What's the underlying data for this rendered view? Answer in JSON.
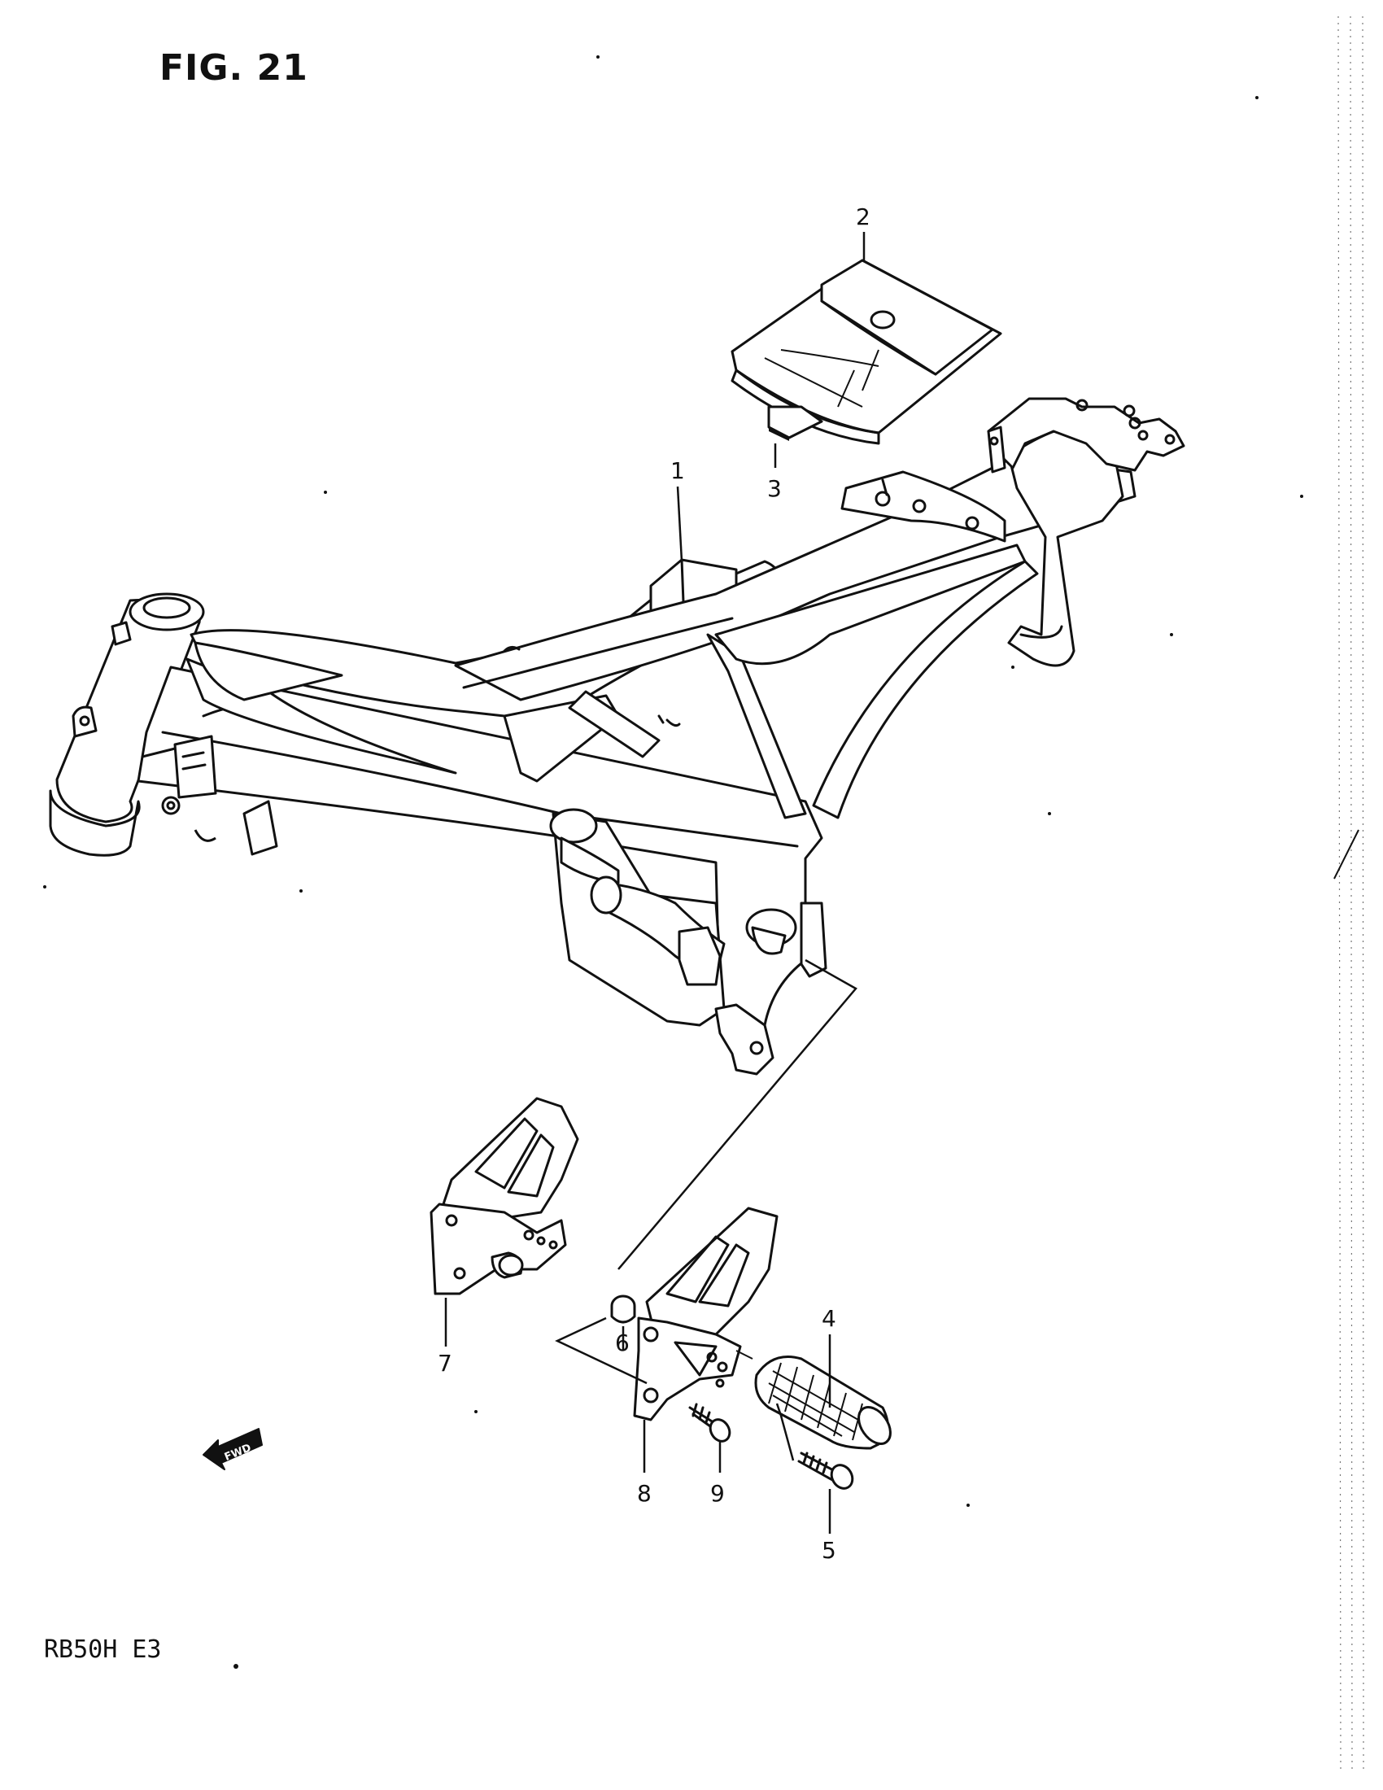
{
  "figure": {
    "title": "FIG. 21",
    "model_code": "RB50H E3",
    "fwd_label": "FWD"
  },
  "callouts": [
    {
      "id": "1",
      "label": "1"
    },
    {
      "id": "2",
      "label": "2"
    },
    {
      "id": "3",
      "label": "3"
    },
    {
      "id": "4",
      "label": "4"
    },
    {
      "id": "5",
      "label": "5"
    },
    {
      "id": "6",
      "label": "6"
    },
    {
      "id": "7",
      "label": "7"
    },
    {
      "id": "8",
      "label": "8"
    },
    {
      "id": "9",
      "label": "9"
    }
  ],
  "icons": {
    "fwd": "fwd-arrow-icon"
  }
}
